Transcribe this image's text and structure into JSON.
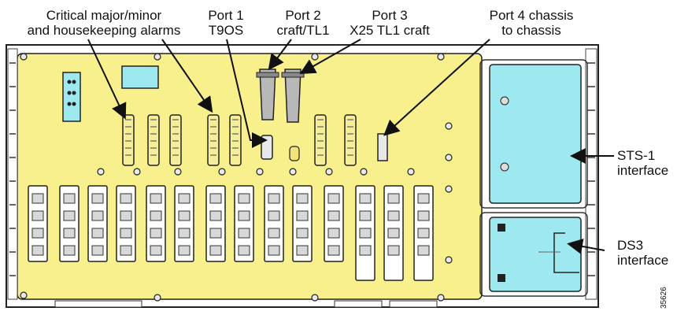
{
  "callouts": {
    "alarms": {
      "line1": "Critical major/minor",
      "line2": "and housekeeping alarms"
    },
    "port1": {
      "line1": "Port 1",
      "line2": "T9OS"
    },
    "port2": {
      "line1": "Port 2",
      "line2": "craft/TL1"
    },
    "port3": {
      "line1": "Port 3",
      "line2": "X25 TL1 craft"
    },
    "port4": {
      "line1": "Port 4 chassis",
      "line2": "to chassis"
    },
    "sts1": {
      "line1": "STS-1",
      "line2": "interface"
    },
    "ds3": {
      "line1": "DS3",
      "line2": "interface"
    }
  },
  "figure_id": "35626",
  "colors": {
    "panel": "#f7f08c",
    "frame": "#ffffff",
    "module": "#9ee8f0",
    "outline": "#222222"
  }
}
